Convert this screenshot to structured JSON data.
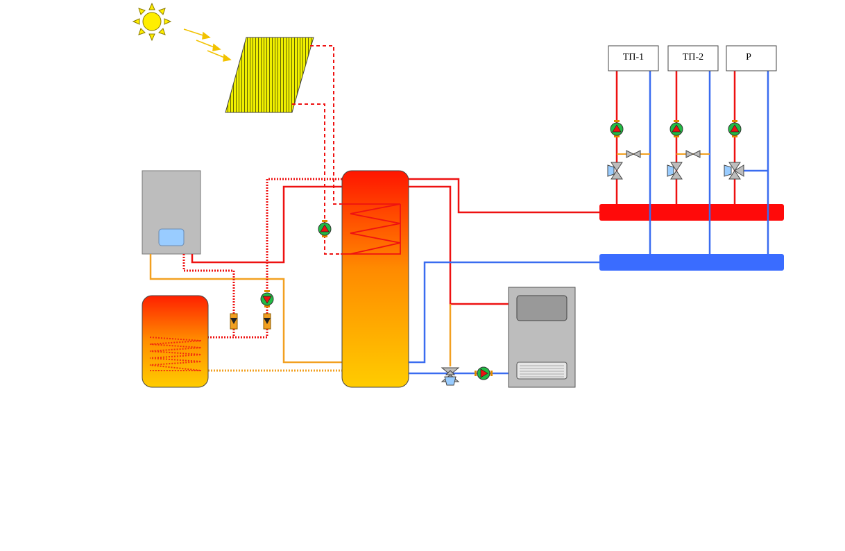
{
  "labels": {
    "tp1": "ТП-1",
    "tp2": "ТП-2",
    "radiator": "Р"
  },
  "colors": {
    "supply": "#ee1111",
    "return": "#3a6cf0",
    "secondary": "#f2a020",
    "manifold_hot": "#ff0a0a",
    "manifold_cold": "#3a6cff",
    "pump": "#22bb44",
    "collector": "#f0f000",
    "sun": "#ffee00",
    "boiler": "#bdbdbd"
  },
  "icons": {
    "sun": "sun-icon",
    "collector": "solar-collector-icon",
    "pump": "circulation-pump-icon",
    "valve": "three-way-valve-icon",
    "check": "check-valve-icon"
  }
}
